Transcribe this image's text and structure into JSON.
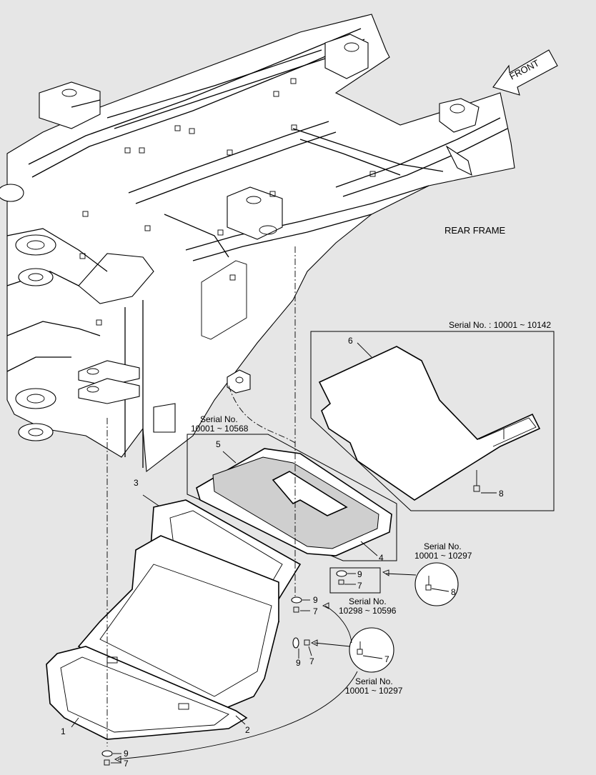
{
  "front_label": "FRONT",
  "rear_frame_label": "REAR FRAME",
  "serial_6": "Serial No. : 10001 ~ 10142",
  "serial_5_line1": "Serial No.",
  "serial_5_line2": "10001 ~ 10568",
  "serial_top_right_line1": "Serial No.",
  "serial_top_right_line2": "10001 ~ 10297",
  "serial_mid_line1": "Serial No.",
  "serial_mid_line2": "10298 ~ 10596",
  "serial_bottom_line1": "Serial No.",
  "serial_bottom_line2": "10001 ~ 10297",
  "parts": [
    "1",
    "2",
    "3",
    "4",
    "5",
    "6",
    "7",
    "8",
    "9"
  ]
}
